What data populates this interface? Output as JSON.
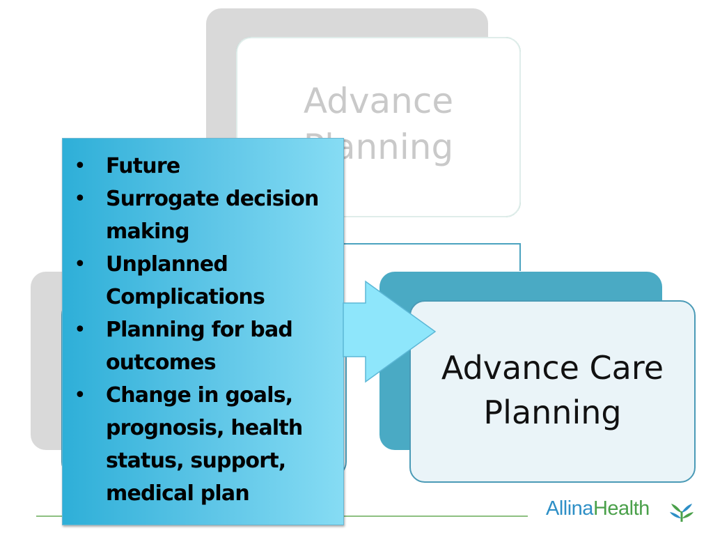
{
  "diagram": {
    "top_label": "Advance Planning",
    "right_label": "Advance Care Planning",
    "bullets": [
      "Future",
      "Surrogate decision making",
      "Unplanned Complications",
      "Planning for bad outcomes",
      "Change in goals, prognosis, health status, support, medical plan"
    ]
  },
  "logo": {
    "brand_primary": "Allina",
    "brand_secondary": "Health"
  },
  "colors": {
    "box_gradient_start": "#2eafd8",
    "box_gradient_end": "#86dcf4",
    "arrow": "#8ee6fb",
    "right_back": "#4aaac4",
    "outline_teal": "#4f9a8a",
    "outline_blue": "#4a9ab6",
    "gray_card": "#d9d9d9",
    "brand_blue": "#2e8fc6",
    "brand_green": "#4aa04a",
    "rule_green": "#8dc080"
  }
}
